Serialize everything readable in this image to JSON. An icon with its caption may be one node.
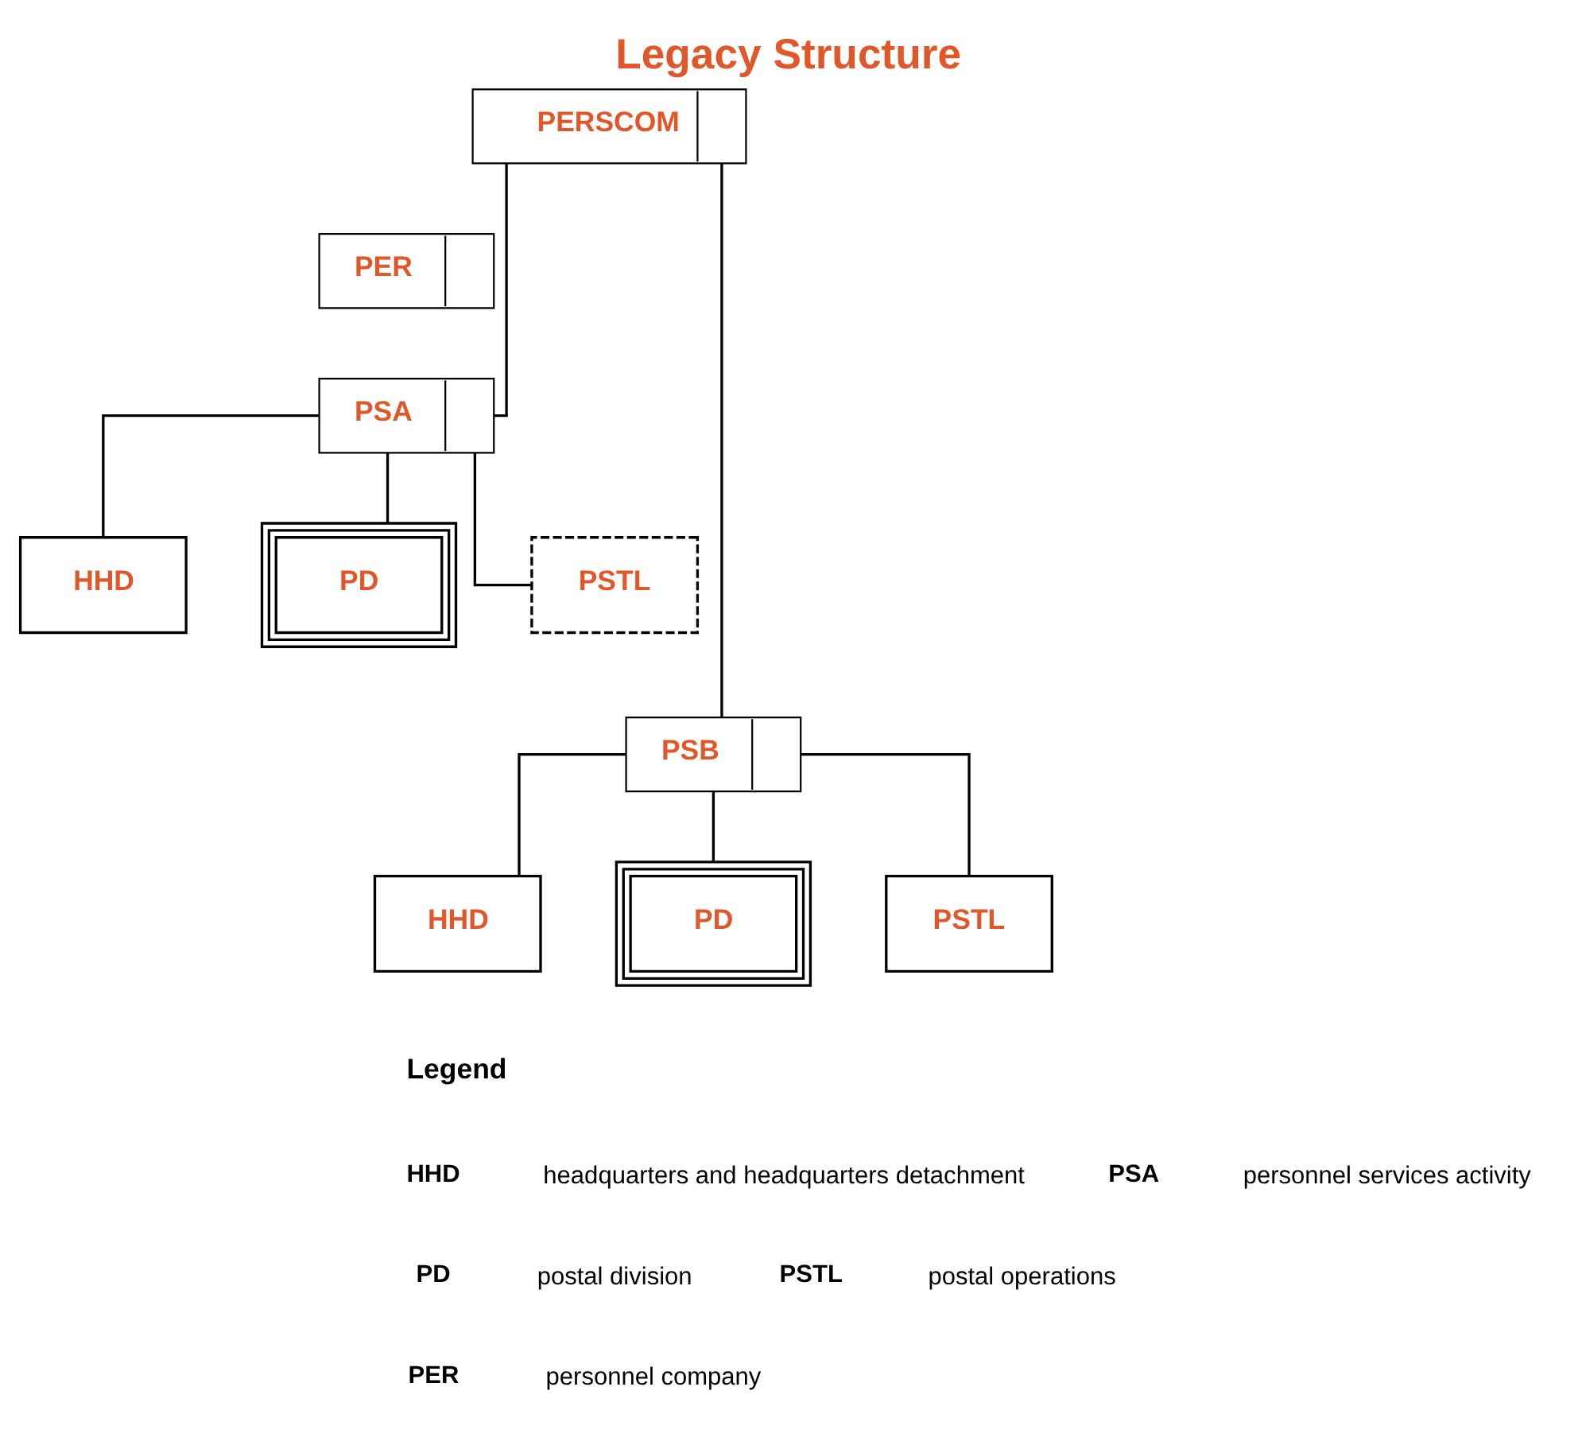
{
  "diagram": {
    "title": "Legacy Structure",
    "nodes": [
      {
        "text": [
          "PERSCOM"
        ]
      },
      {
        "text": [
          "PER"
        ]
      },
      {
        "text": [
          "PSA"
        ]
      },
      {
        "text": [
          "HHD"
        ]
      },
      {
        "text": [
          "PD"
        ]
      },
      {
        "text": [
          "PSTL"
        ]
      },
      {
        "text": [
          "PSB"
        ]
      },
      {
        "text": [
          "HHD"
        ]
      },
      {
        "text": [
          "PD"
        ]
      },
      {
        "text": [
          "PSTL"
        ]
      }
    ],
    "edges": [
      {
        "from": 0,
        "to": 2,
        "arrow": "none"
      },
      {
        "from": 0,
        "to": 6,
        "arrow": "none"
      },
      {
        "from": 2,
        "to": 3,
        "arrow": "none"
      },
      {
        "from": 2,
        "to": 4,
        "arrow": "none"
      },
      {
        "from": 2,
        "to": 5,
        "arrow": "none"
      },
      {
        "from": 6,
        "to": 7,
        "arrow": "none"
      },
      {
        "from": 6,
        "to": 8,
        "arrow": "none"
      },
      {
        "from": 6,
        "to": 9,
        "arrow": "none"
      }
    ],
    "labels": [
      "Legend",
      "HHD",
      "headquarters and headquarters detachment",
      "PSA",
      "personnel services activity",
      "PD",
      "postal division",
      "PSTL",
      "postal operations",
      "PER",
      "personnel company"
    ]
  }
}
